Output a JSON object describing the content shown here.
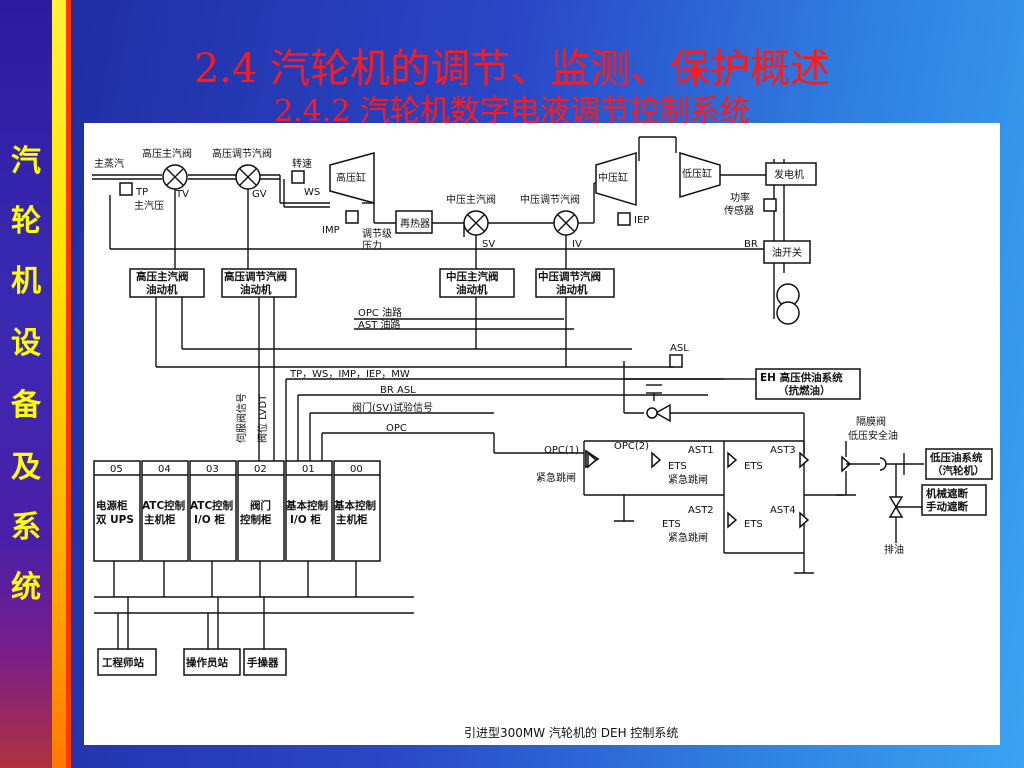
{
  "slide": {
    "title": "2.4  汽轮机的调节、监测、保护概述",
    "subtitle": "2.4.2  汽轮机数字电液调节控制系统",
    "side_chars": [
      "汽",
      "轮",
      "机",
      "设",
      "备",
      "及",
      "系",
      "统"
    ]
  },
  "diagram": {
    "caption": "引进型300MW 汽轮机的 DEH 控制系统",
    "top_labels": {
      "main_steam": "主蒸汽",
      "hp_stop_valve": "高压主汽阀",
      "hp_gov_valve": "高压调节汽阀",
      "speed": "转速",
      "hp_cyl": "高压缸",
      "ip_cyl": "中压缸",
      "lp_cyl": "低压缸",
      "generator": "发电机",
      "tp": "TP",
      "main_pressure": "主汽压",
      "tv": "TV",
      "gv": "GV",
      "ws": "WS",
      "imp": "IMP",
      "stage_pressure_1": "调节级",
      "stage_pressure_2": "压力",
      "reheater": "再热器",
      "ip_stop_valve": "中压主汽阀",
      "ip_gov_valve": "中压调节汽阀",
      "sv": "SV",
      "iv": "IV",
      "iep": "IEP",
      "power_1": "功率",
      "power_2": "传感器",
      "br": "BR",
      "breaker": "油开关"
    },
    "actuators": [
      {
        "l1": "高压主汽阀",
        "l2": "油动机"
      },
      {
        "l1": "高压调节汽阀",
        "l2": "油动机"
      },
      {
        "l1": "中压主汽阀",
        "l2": "油动机"
      },
      {
        "l1": "中压调节汽阀",
        "l2": "油动机"
      }
    ],
    "signal_labels": {
      "opc_oil": "OPC 油路",
      "ast_oil": "AST 油路",
      "asl": "ASL",
      "servo_signal": "伺服阀信号",
      "lvdt": "阀位 LVDT",
      "feedback": "TP，WS，IMP，IEP，MW",
      "br_asl": "BR  ASL",
      "sv_test": "阀门(SV)试验信号",
      "opc": "OPC"
    },
    "eh_supply_1": "EH 高压供油系统",
    "eh_supply_2": "（抗燃油）",
    "diaphragm_1": "隔膜阀",
    "diaphragm_2": "低压安全油",
    "lp_oil_1": "低压油系统",
    "lp_oil_2": "（汽轮机）",
    "trip_1": "机械遮断",
    "trip_2": "手动遮断",
    "drain": "排油",
    "trip_valves": {
      "opc1": "OPC(1)",
      "opc2": "OPC(2)",
      "ast1": "AST1",
      "ast2": "AST2",
      "ast3": "AST3",
      "ast4": "AST4",
      "ets": "ETS",
      "emergency": "紧急跳闸"
    },
    "cabinets": [
      {
        "num": "05",
        "l1": "电源柜",
        "l2": "双 UPS"
      },
      {
        "num": "04",
        "l1": "ATC控制",
        "l2": "主机柜"
      },
      {
        "num": "03",
        "l1": "ATC控制",
        "l2": "I/O 柜"
      },
      {
        "num": "02",
        "l1": "阀门",
        "l2": "控制柜"
      },
      {
        "num": "01",
        "l1": "基本控制",
        "l2": "I/O 柜"
      },
      {
        "num": "00",
        "l1": "基本控制",
        "l2": "主机柜"
      }
    ],
    "stations": {
      "engineer": "工程师站",
      "operator": "操作员站",
      "manual": "手操器"
    }
  }
}
